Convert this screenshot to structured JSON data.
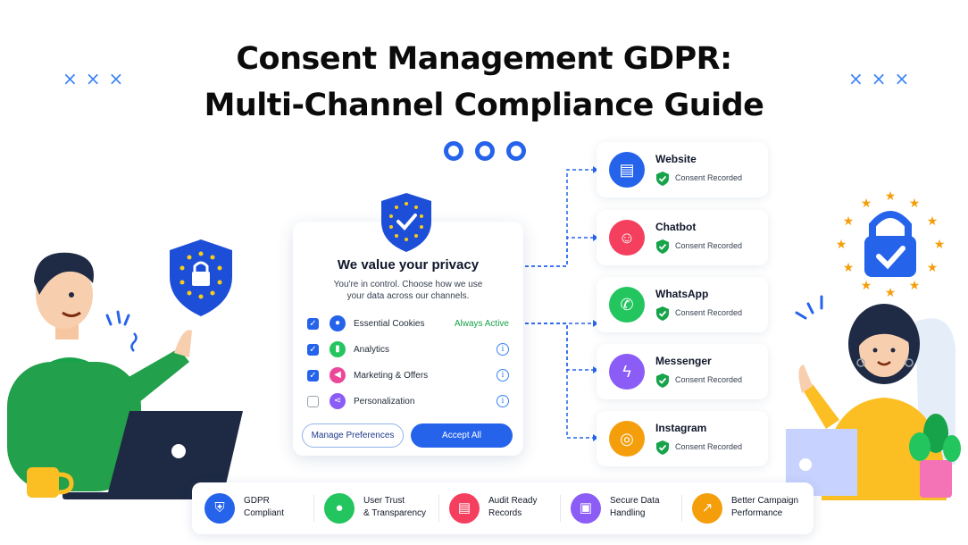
{
  "title": {
    "line1": "Consent Management GDPR:",
    "line2": "Multi-Channel Compliance Guide"
  },
  "decor": {
    "x_marks": "×××"
  },
  "consent_card": {
    "heading": "We value your privacy",
    "subtext": "You're in control. Choose how we use your data across our channels.",
    "options": [
      {
        "label": "Essential Cookies",
        "checked": true,
        "status": "Always Active",
        "icon": "user-icon",
        "color": "#2563eb"
      },
      {
        "label": "Analytics",
        "checked": true,
        "icon": "chart-icon",
        "color": "#22c55e"
      },
      {
        "label": "Marketing & Offers",
        "checked": true,
        "icon": "megaphone-icon",
        "color": "#ec4899"
      },
      {
        "label": "Personalization",
        "checked": false,
        "icon": "share-icon",
        "color": "#8b5cf6"
      }
    ],
    "info_symbol": "i",
    "manage_label": "Manage Preferences",
    "accept_label": "Accept All"
  },
  "channels": [
    {
      "name": "Website",
      "status": "Consent Recorded",
      "icon": "browser-icon",
      "color": "#2563eb"
    },
    {
      "name": "Chatbot",
      "status": "Consent Recorded",
      "icon": "robot-icon",
      "color": "#f43f5e"
    },
    {
      "name": "WhatsApp",
      "status": "Consent Recorded",
      "icon": "whatsapp-icon",
      "color": "#22c55e"
    },
    {
      "name": "Messenger",
      "status": "Consent Recorded",
      "icon": "messenger-icon",
      "color": "#8b5cf6"
    },
    {
      "name": "Instagram",
      "status": "Consent Recorded",
      "icon": "instagram-icon",
      "color": "#f59e0b"
    }
  ],
  "features": [
    {
      "line1": "GDPR",
      "line2": "Compliant",
      "icon": "shield-icon",
      "color": "#2563eb"
    },
    {
      "line1": "User Trust",
      "line2": "& Transparency",
      "icon": "user-icon",
      "color": "#22c55e"
    },
    {
      "line1": "Audit Ready",
      "line2": "Records",
      "icon": "document-icon",
      "color": "#f43f5e"
    },
    {
      "line1": "Secure Data",
      "line2": "Handling",
      "icon": "lock-icon",
      "color": "#8b5cf6"
    },
    {
      "line1": "Better Campaign",
      "line2": "Performance",
      "icon": "growth-chart-icon",
      "color": "#f59e0b"
    }
  ],
  "colors": {
    "primary": "#2563eb",
    "eu_blue": "#1d4ed8",
    "eu_star": "#facc15",
    "consent_green": "#16a34a"
  }
}
